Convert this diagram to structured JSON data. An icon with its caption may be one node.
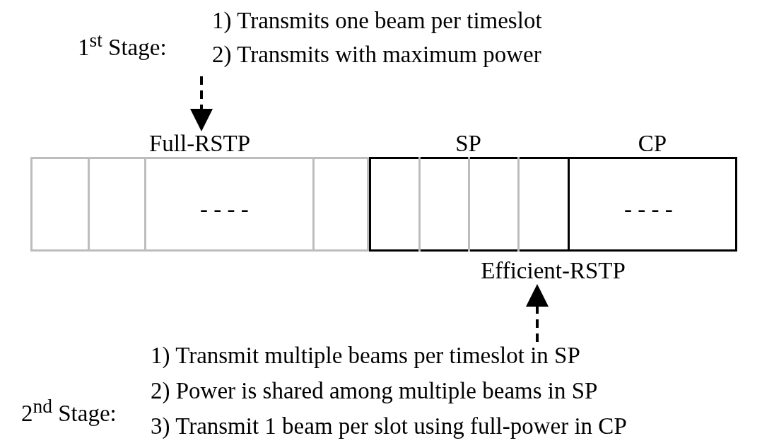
{
  "diagram": {
    "nodes": [
      {
        "text": [
          "1$^{st}$ Stage:",
          "1) Transmits one beam per timeslot",
          "2) Transmits with maximum power"
        ]
      },
      {
        "text": [
          "Full-RSTP",
          "- - - -"
        ]
      },
      {
        "text": [
          "Efficient-RSTP"
        ]
      },
      {
        "text": [
          "SP"
        ]
      },
      {
        "text": [
          "CP",
          "- - - -"
        ]
      },
      {
        "text": [
          "2$^{nd}$ Stage:",
          "1) Transmit multiple beams per timeslot in SP",
          "2) Power is shared among multiple beams in SP",
          "3) Transmit 1 beam per slot using full-power in CP"
        ]
      }
    ],
    "edges": [
      {
        "from": 0,
        "to": 1,
        "arrow": "to",
        "style": "dashed"
      },
      {
        "from": 5,
        "to": 2,
        "arrow": "to",
        "style": "dashed"
      }
    ]
  }
}
